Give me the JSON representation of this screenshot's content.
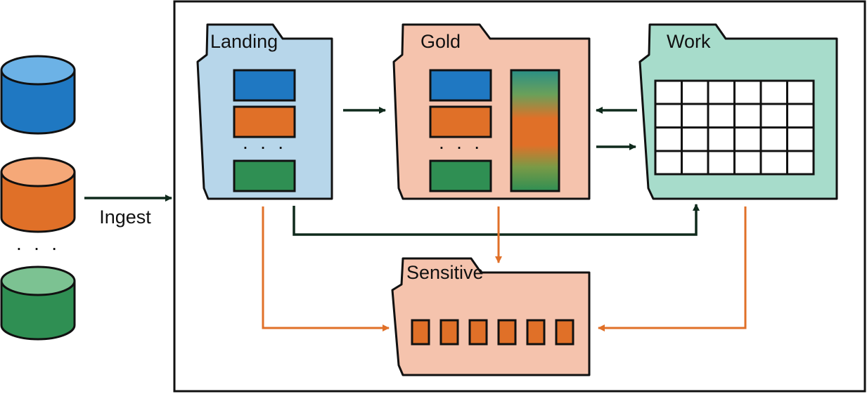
{
  "source_ellipsis": "· · ·",
  "ingest_label": "Ingest",
  "zones": {
    "landing": {
      "label": "Landing",
      "ellipsis": "· · ·"
    },
    "gold": {
      "label": "Gold",
      "ellipsis": "· · ·"
    },
    "work": {
      "label": "Work"
    },
    "sensitive": {
      "label": "Sensitive"
    }
  },
  "colors": {
    "blue": "#1f78c2",
    "orange": "#e07028",
    "green": "#2f8f53",
    "landing_fill": "#b7d6ea",
    "gold_fill": "#f5c3ad",
    "work_fill": "#a7dccb",
    "sensitive_fill": "#f5c3ad",
    "dark_arrow": "#0f2a1c",
    "orange_arrow": "#e07028"
  }
}
